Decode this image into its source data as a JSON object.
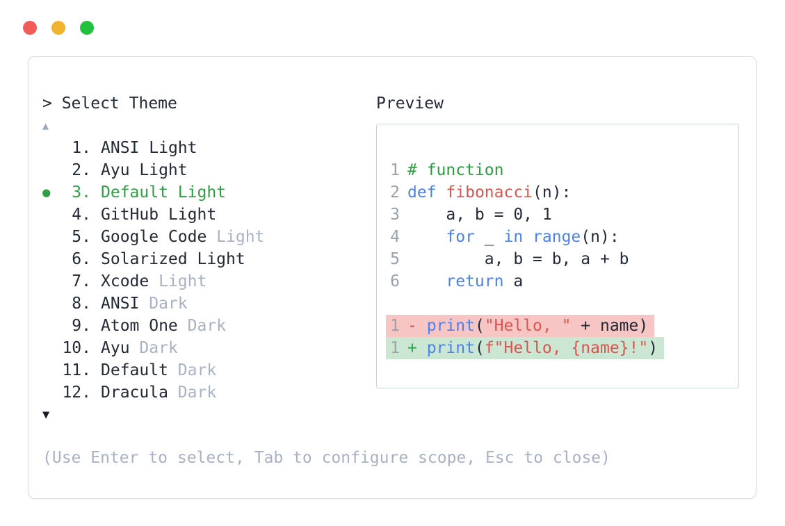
{
  "window": {
    "traffic_lights": [
      {
        "name": "close",
        "color": "#f25c58"
      },
      {
        "name": "minimize",
        "color": "#f0b42e"
      },
      {
        "name": "zoom",
        "color": "#23c13e"
      }
    ]
  },
  "theme_picker": {
    "prompt": "> Select Theme",
    "scroll_up_icon": "▲",
    "scroll_down_icon": "▼",
    "items": [
      {
        "num": "1.",
        "name": "ANSI",
        "variant": "Light",
        "variant_muted": false,
        "selected": false
      },
      {
        "num": "2.",
        "name": "Ayu",
        "variant": "Light",
        "variant_muted": false,
        "selected": false
      },
      {
        "num": "3.",
        "name": "Default",
        "variant": "Light",
        "variant_muted": false,
        "selected": true
      },
      {
        "num": "4.",
        "name": "GitHub",
        "variant": "Light",
        "variant_muted": false,
        "selected": false
      },
      {
        "num": "5.",
        "name": "Google Code",
        "variant": "Light",
        "variant_muted": true,
        "selected": false
      },
      {
        "num": "6.",
        "name": "Solarized",
        "variant": "Light",
        "variant_muted": false,
        "selected": false
      },
      {
        "num": "7.",
        "name": "Xcode",
        "variant": "Light",
        "variant_muted": true,
        "selected": false
      },
      {
        "num": "8.",
        "name": "ANSI",
        "variant": "Dark",
        "variant_muted": true,
        "selected": false
      },
      {
        "num": "9.",
        "name": "Atom One",
        "variant": "Dark",
        "variant_muted": true,
        "selected": false
      },
      {
        "num": "10.",
        "name": "Ayu",
        "variant": "Dark",
        "variant_muted": true,
        "selected": false
      },
      {
        "num": "11.",
        "name": "Default",
        "variant": "Dark",
        "variant_muted": true,
        "selected": false
      },
      {
        "num": "12.",
        "name": "Dracula",
        "variant": "Dark",
        "variant_muted": true,
        "selected": false
      }
    ],
    "selected_marker": "●",
    "hint": "(Use Enter to select, Tab to configure scope, Esc to close)"
  },
  "preview": {
    "label": "Preview",
    "code_lines": [
      {
        "num": "1",
        "diff": null,
        "tokens": [
          [
            "# function",
            "comment"
          ]
        ]
      },
      {
        "num": "2",
        "diff": null,
        "tokens": [
          [
            "def",
            "kw"
          ],
          [
            " ",
            "txt"
          ],
          [
            "fibonacci",
            "fn"
          ],
          [
            "(n):",
            "txt"
          ]
        ]
      },
      {
        "num": "3",
        "diff": null,
        "tokens": [
          [
            "    a, b = 0, 1",
            "txt"
          ]
        ]
      },
      {
        "num": "4",
        "diff": null,
        "tokens": [
          [
            "    ",
            "txt"
          ],
          [
            "for",
            "kw"
          ],
          [
            " _ ",
            "txt"
          ],
          [
            "in",
            "kw"
          ],
          [
            " ",
            "txt"
          ],
          [
            "range",
            "kw"
          ],
          [
            "(n):",
            "txt"
          ]
        ]
      },
      {
        "num": "5",
        "diff": null,
        "tokens": [
          [
            "        a, b = b, a + b",
            "txt"
          ]
        ]
      },
      {
        "num": "6",
        "diff": null,
        "tokens": [
          [
            "    ",
            "txt"
          ],
          [
            "return",
            "kw"
          ],
          [
            " a",
            "txt"
          ]
        ]
      },
      {
        "blank": true
      },
      {
        "num": "1",
        "diff": "del",
        "tokens": [
          [
            "- ",
            "minus"
          ],
          [
            "print",
            "kw"
          ],
          [
            "(",
            "txt"
          ],
          [
            "\"Hello, \"",
            "str"
          ],
          [
            " + name)",
            "txt"
          ]
        ]
      },
      {
        "num": "1",
        "diff": "add",
        "tokens": [
          [
            "+ ",
            "plus"
          ],
          [
            "print",
            "kw"
          ],
          [
            "(",
            "txt"
          ],
          [
            "f\"Hello, {name}!\"",
            "str"
          ],
          [
            ")",
            "txt"
          ]
        ]
      }
    ]
  },
  "colors": {
    "panel_border": "#d8dce3",
    "preview_border": "#ccd2da",
    "text_dark": "#232a36",
    "text_muted": "#a9b2c2",
    "accent_green": "#2ea043",
    "scroll_up_arrow": "#9aa6bc",
    "scroll_down_arrow": "#171c26",
    "line_number": "#99a1ad",
    "syntax_comment": "#2d9c41",
    "syntax_keyword": "#4b82f0",
    "syntax_function": "#dd544f",
    "syntax_string": "#dd544f",
    "diff_removed_bg": "#f6c5c4",
    "diff_added_bg": "#cbe7d3",
    "diff_minus": "#c9504b",
    "diff_plus": "#2ba14a",
    "traffic_red": "#f25c58",
    "traffic_yellow": "#f0b42e",
    "traffic_green": "#23c13e"
  }
}
